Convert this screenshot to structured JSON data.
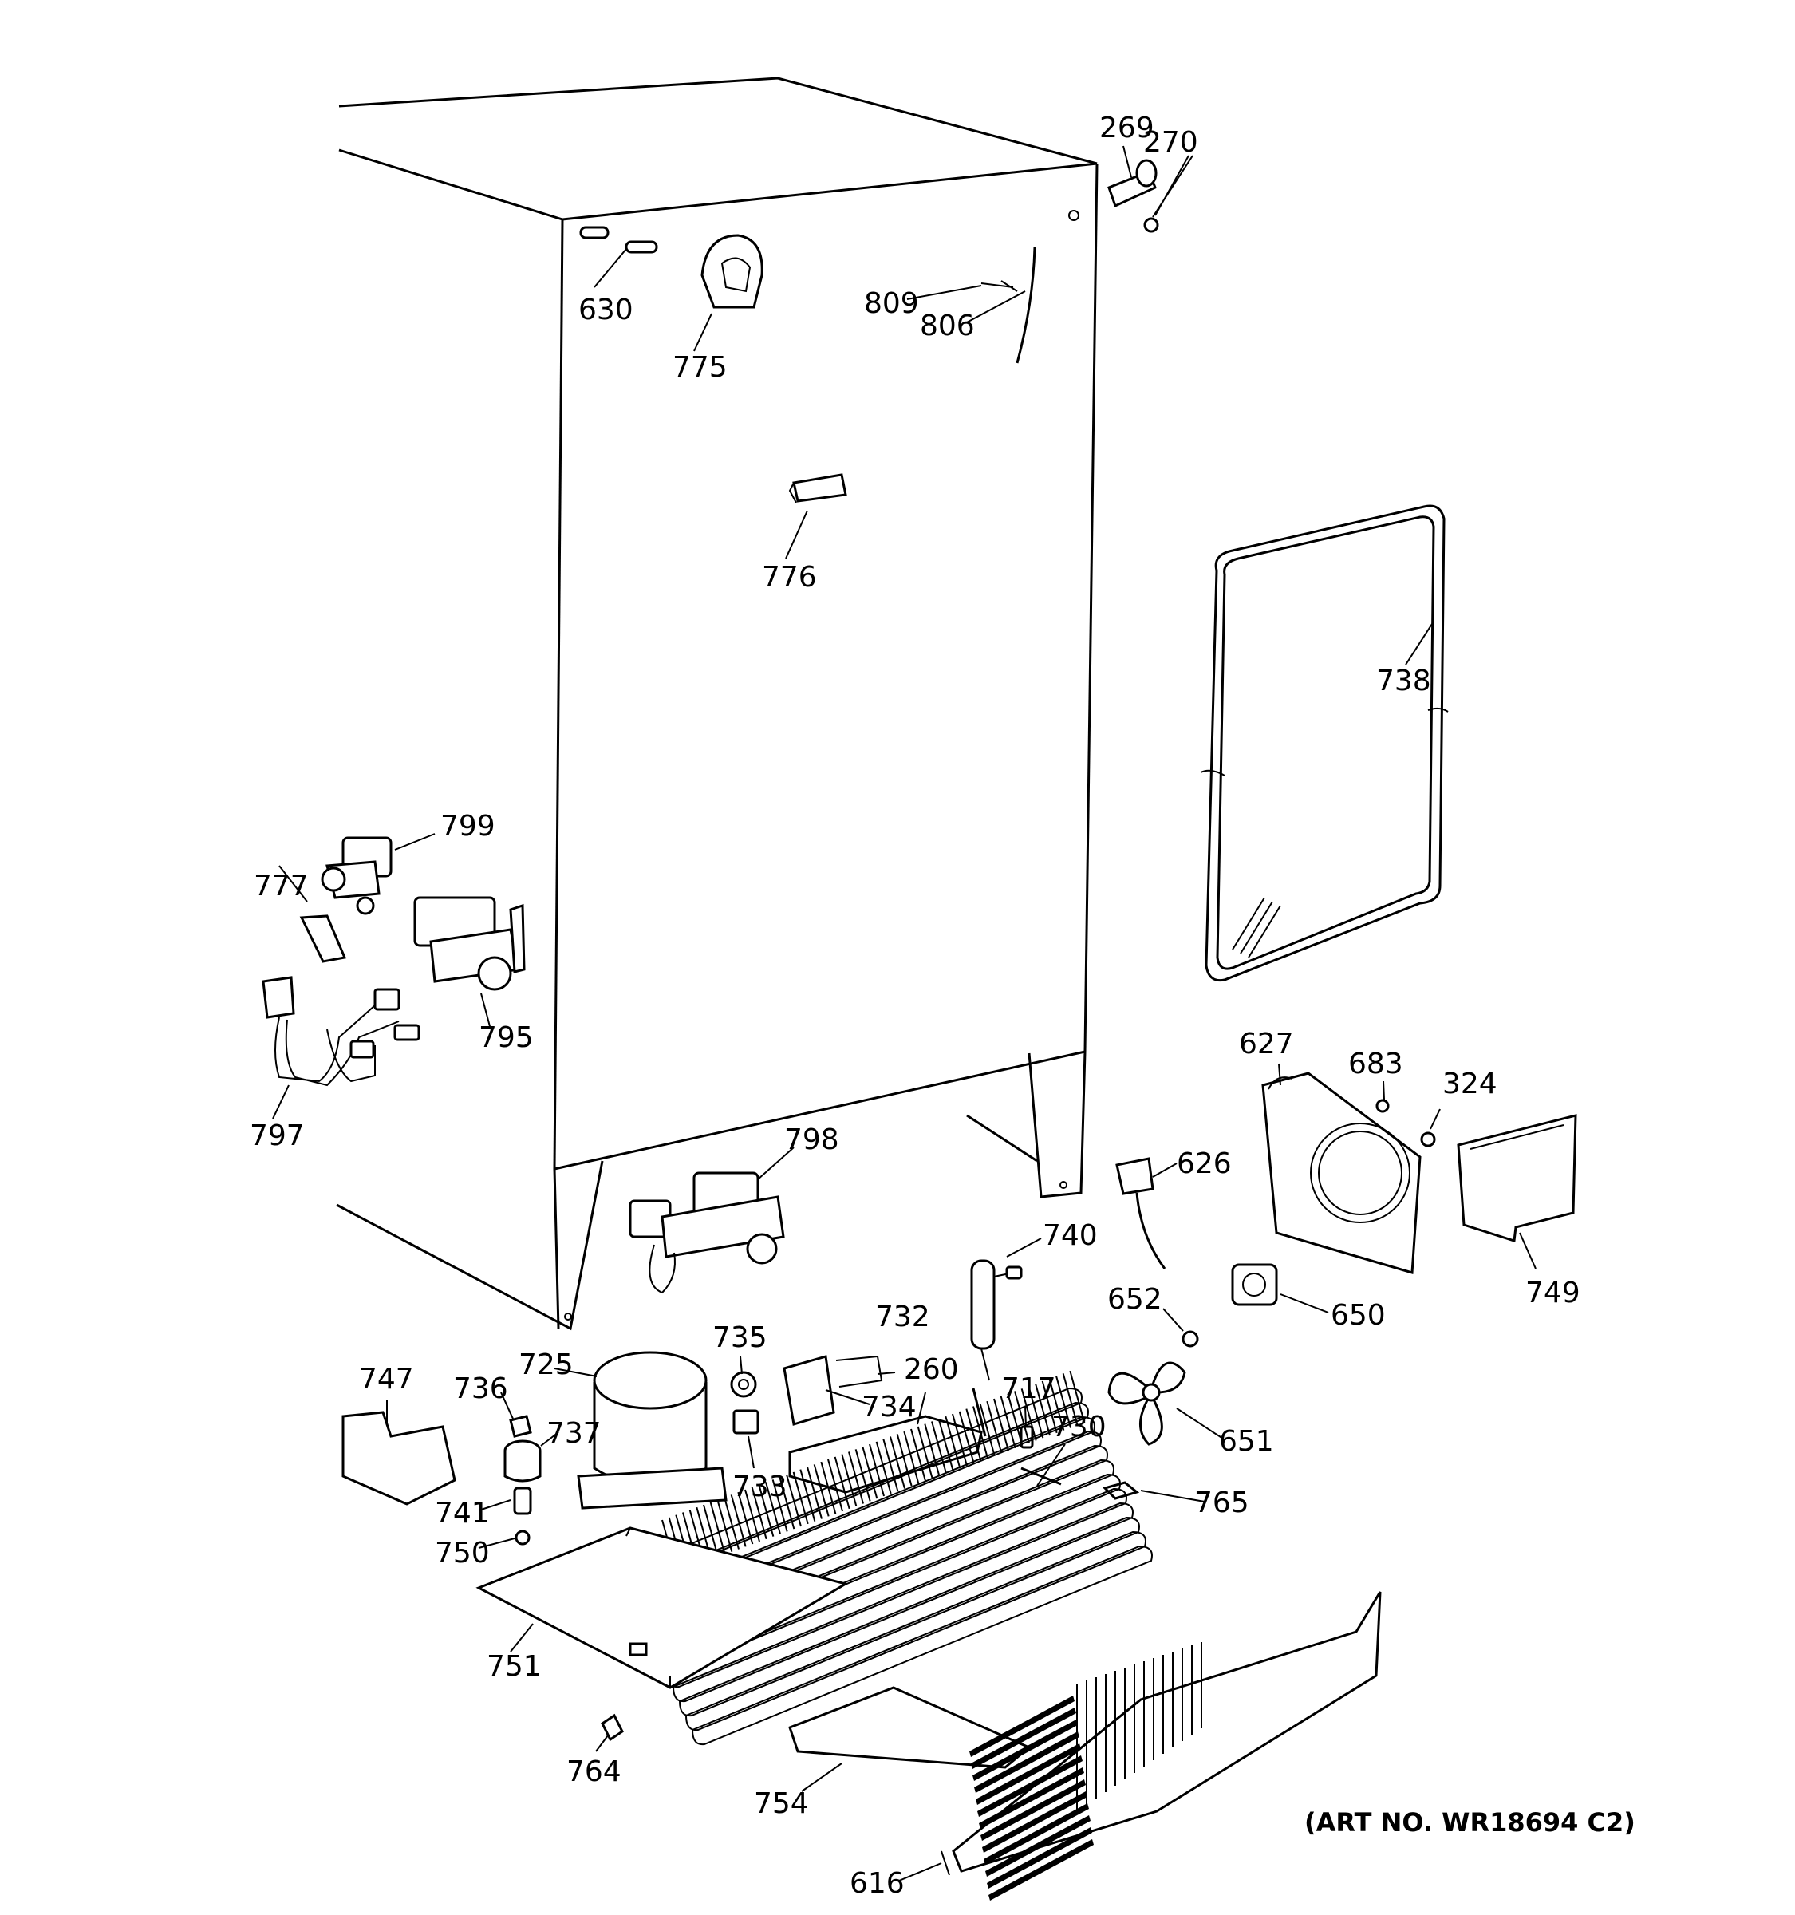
{
  "art_number": "(ART NO. WR18694 C2)",
  "callouts": [
    {
      "id": "269",
      "label": "269"
    },
    {
      "id": "270",
      "label": "270"
    },
    {
      "id": "630",
      "label": "630"
    },
    {
      "id": "775",
      "label": "775"
    },
    {
      "id": "809",
      "label": "809"
    },
    {
      "id": "806",
      "label": "806"
    },
    {
      "id": "776",
      "label": "776"
    },
    {
      "id": "738",
      "label": "738"
    },
    {
      "id": "799",
      "label": "799"
    },
    {
      "id": "777",
      "label": "777"
    },
    {
      "id": "795",
      "label": "795"
    },
    {
      "id": "797",
      "label": "797"
    },
    {
      "id": "798",
      "label": "798"
    },
    {
      "id": "627",
      "label": "627"
    },
    {
      "id": "683",
      "label": "683"
    },
    {
      "id": "324",
      "label": "324"
    },
    {
      "id": "626",
      "label": "626"
    },
    {
      "id": "740",
      "label": "740"
    },
    {
      "id": "749",
      "label": "749"
    },
    {
      "id": "652",
      "label": "652"
    },
    {
      "id": "650",
      "label": "650"
    },
    {
      "id": "735",
      "label": "735"
    },
    {
      "id": "732",
      "label": "732"
    },
    {
      "id": "747",
      "label": "747"
    },
    {
      "id": "736",
      "label": "736"
    },
    {
      "id": "725",
      "label": "725"
    },
    {
      "id": "260",
      "label": "260"
    },
    {
      "id": "734",
      "label": "734"
    },
    {
      "id": "717",
      "label": "717"
    },
    {
      "id": "737",
      "label": "737"
    },
    {
      "id": "730",
      "label": "730"
    },
    {
      "id": "651",
      "label": "651"
    },
    {
      "id": "733",
      "label": "733"
    },
    {
      "id": "741",
      "label": "741"
    },
    {
      "id": "765",
      "label": "765"
    },
    {
      "id": "750",
      "label": "750"
    },
    {
      "id": "751",
      "label": "751"
    },
    {
      "id": "764",
      "label": "764"
    },
    {
      "id": "754",
      "label": "754"
    },
    {
      "id": "616",
      "label": "616"
    }
  ]
}
